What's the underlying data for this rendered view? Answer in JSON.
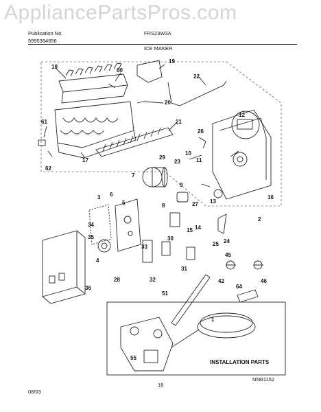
{
  "watermark": "AppliancePartsPros.com",
  "header": {
    "publication_label": "Publication No.",
    "publication_no": "5995394656",
    "model": "FRS23W3A",
    "section": "ICE MAKER"
  },
  "callouts": [
    "18",
    "60",
    "19",
    "22",
    "20",
    "61",
    "62",
    "17",
    "21",
    "12",
    "26",
    "10",
    "11",
    "29",
    "23",
    "7",
    "9",
    "6",
    "3",
    "5",
    "13",
    "8",
    "27",
    "34",
    "35",
    "33",
    "30",
    "4",
    "31",
    "15",
    "14",
    "25",
    "24",
    "2",
    "28",
    "36",
    "32",
    "45",
    "42",
    "46",
    "64",
    "51",
    "1",
    "55",
    "16"
  ],
  "installation_label": "INSTALLATION PARTS",
  "footer": {
    "date": "08/03",
    "page": "18",
    "code": "N58I1152"
  }
}
